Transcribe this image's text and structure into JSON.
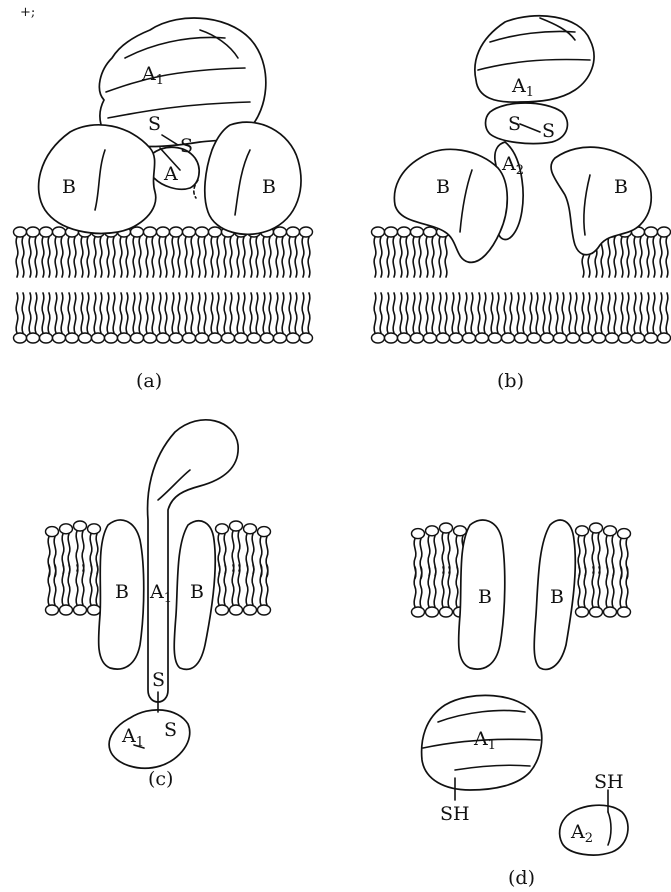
{
  "panels": [
    {
      "caption": "(a)"
    },
    {
      "caption": "(b)"
    },
    {
      "caption": "(c)"
    },
    {
      "caption": "(d)"
    }
  ],
  "labels": {
    "A": "A",
    "B": "B",
    "S": "S",
    "SH": "SH",
    "sub1": "1",
    "sub2": "2"
  },
  "corner_mark": "+;"
}
